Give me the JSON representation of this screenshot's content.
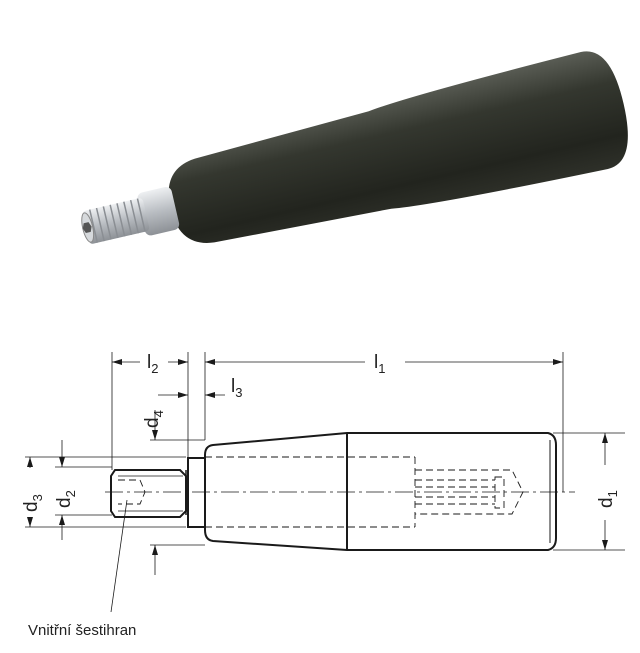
{
  "photo": {
    "subject": "product-photo"
  },
  "drawing": {
    "dims": {
      "l1": "l",
      "l1_sub": "1",
      "l2": "l",
      "l2_sub": "2",
      "l3": "l",
      "l3_sub": "3",
      "d1": "d",
      "d1_sub": "1",
      "d2": "d",
      "d2_sub": "2",
      "d3": "d",
      "d3_sub": "3",
      "d4": "d",
      "d4_sub": "4"
    },
    "callout": "Vnitřní šestihran"
  },
  "colors": {
    "handle": "#2b2e26",
    "thread": "#c9ccd0",
    "line": "#1a1a1a"
  }
}
